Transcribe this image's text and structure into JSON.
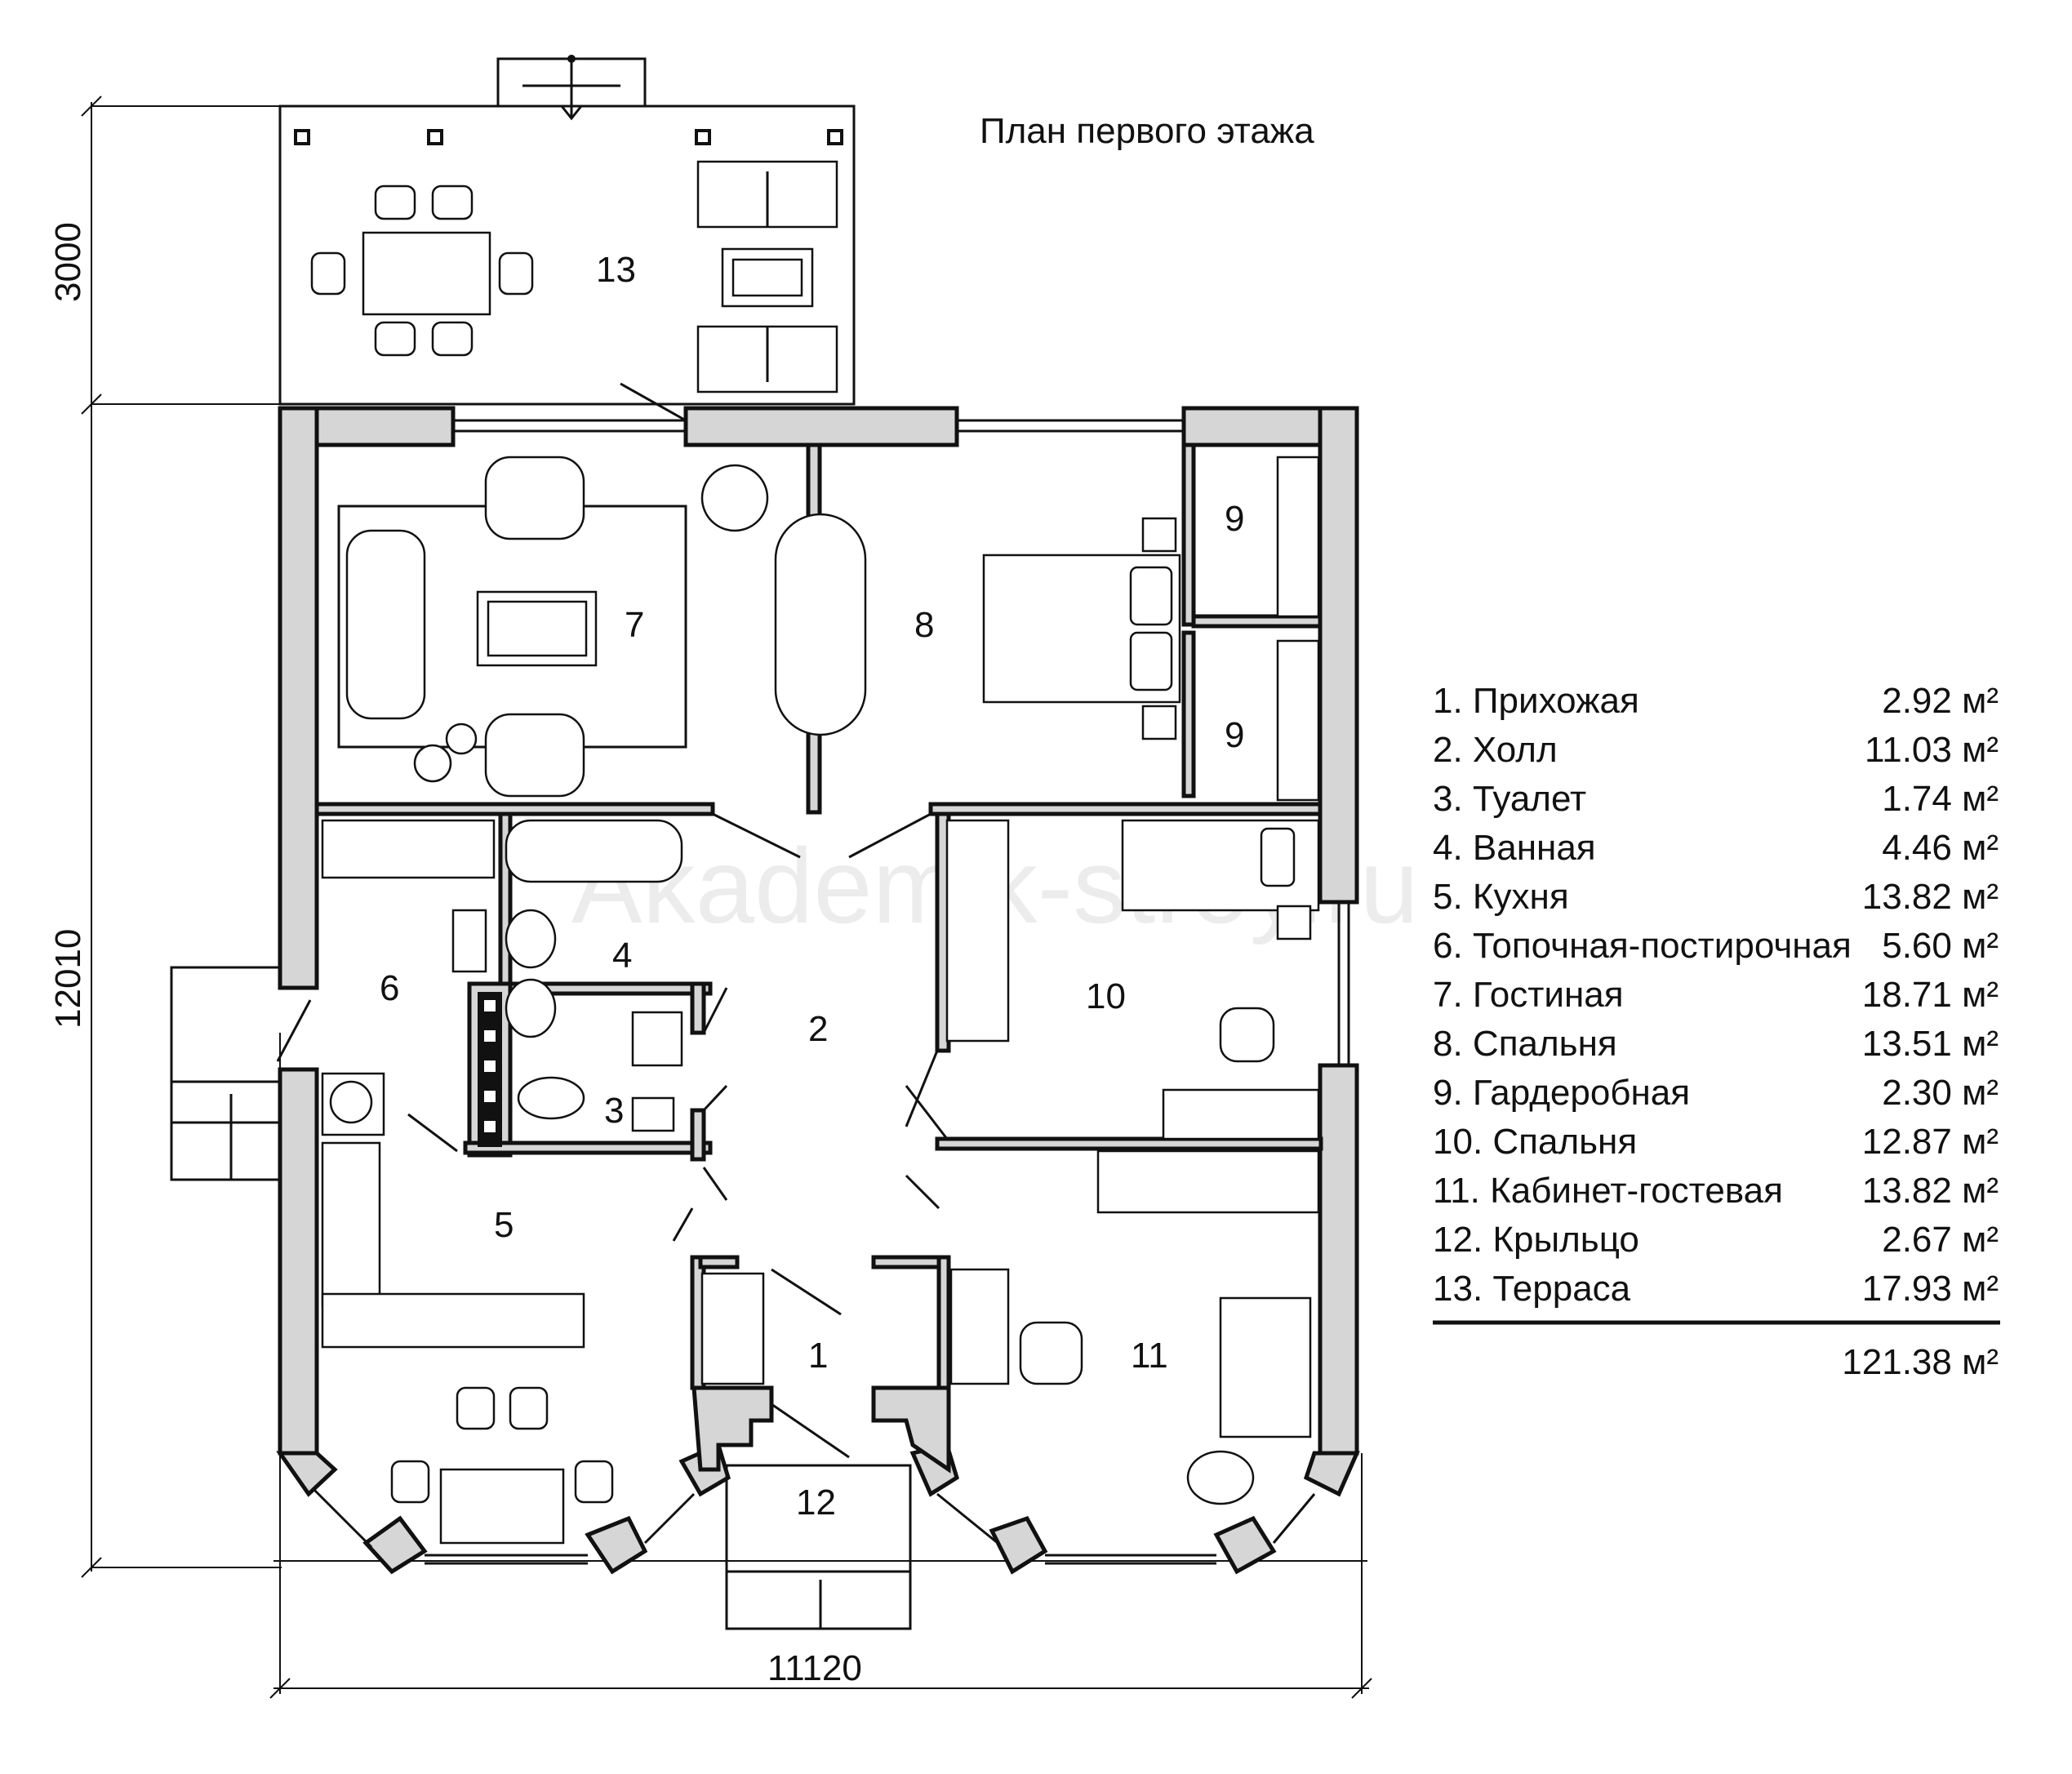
{
  "title": "План первого этажа",
  "watermark": "Akademik-stroy.ru",
  "dimensions": {
    "width": "11120",
    "height": "12010",
    "terrace": "3000"
  },
  "room_numbers": {
    "r1": "1",
    "r2": "2",
    "r3": "3",
    "r4": "4",
    "r5": "5",
    "r6": "6",
    "r7": "7",
    "r8": "8",
    "r9a": "9",
    "r9b": "9",
    "r10": "10",
    "r11": "11",
    "r12": "12",
    "r13": "13"
  },
  "legend": [
    {
      "name": "1. Прихожая",
      "area": "2.92 м²"
    },
    {
      "name": "2. Холл",
      "area": "11.03 м²"
    },
    {
      "name": "3. Туалет",
      "area": "1.74 м²"
    },
    {
      "name": "4. Ванная",
      "area": "4.46 м²"
    },
    {
      "name": "5. Кухня",
      "area": "13.82 м²"
    },
    {
      "name": "6. Топочная-постирочная",
      "area": "5.60 м²"
    },
    {
      "name": "7. Гостиная",
      "area": "18.71 м²"
    },
    {
      "name": "8. Спальня",
      "area": "13.51 м²"
    },
    {
      "name": "9. Гардеробная",
      "area": "2.30 м²"
    },
    {
      "name": "10. Спальня",
      "area": "12.87 м²"
    },
    {
      "name": "11. Кабинет-гостевая",
      "area": "13.82 м²"
    },
    {
      "name": "12. Крыльцо",
      "area": "2.67 м²"
    },
    {
      "name": "13. Терраса",
      "area": "17.93 м²"
    }
  ],
  "total_area": "121.38 м²",
  "colors": {
    "wall": "#d6d6d6",
    "line": "#111111"
  }
}
